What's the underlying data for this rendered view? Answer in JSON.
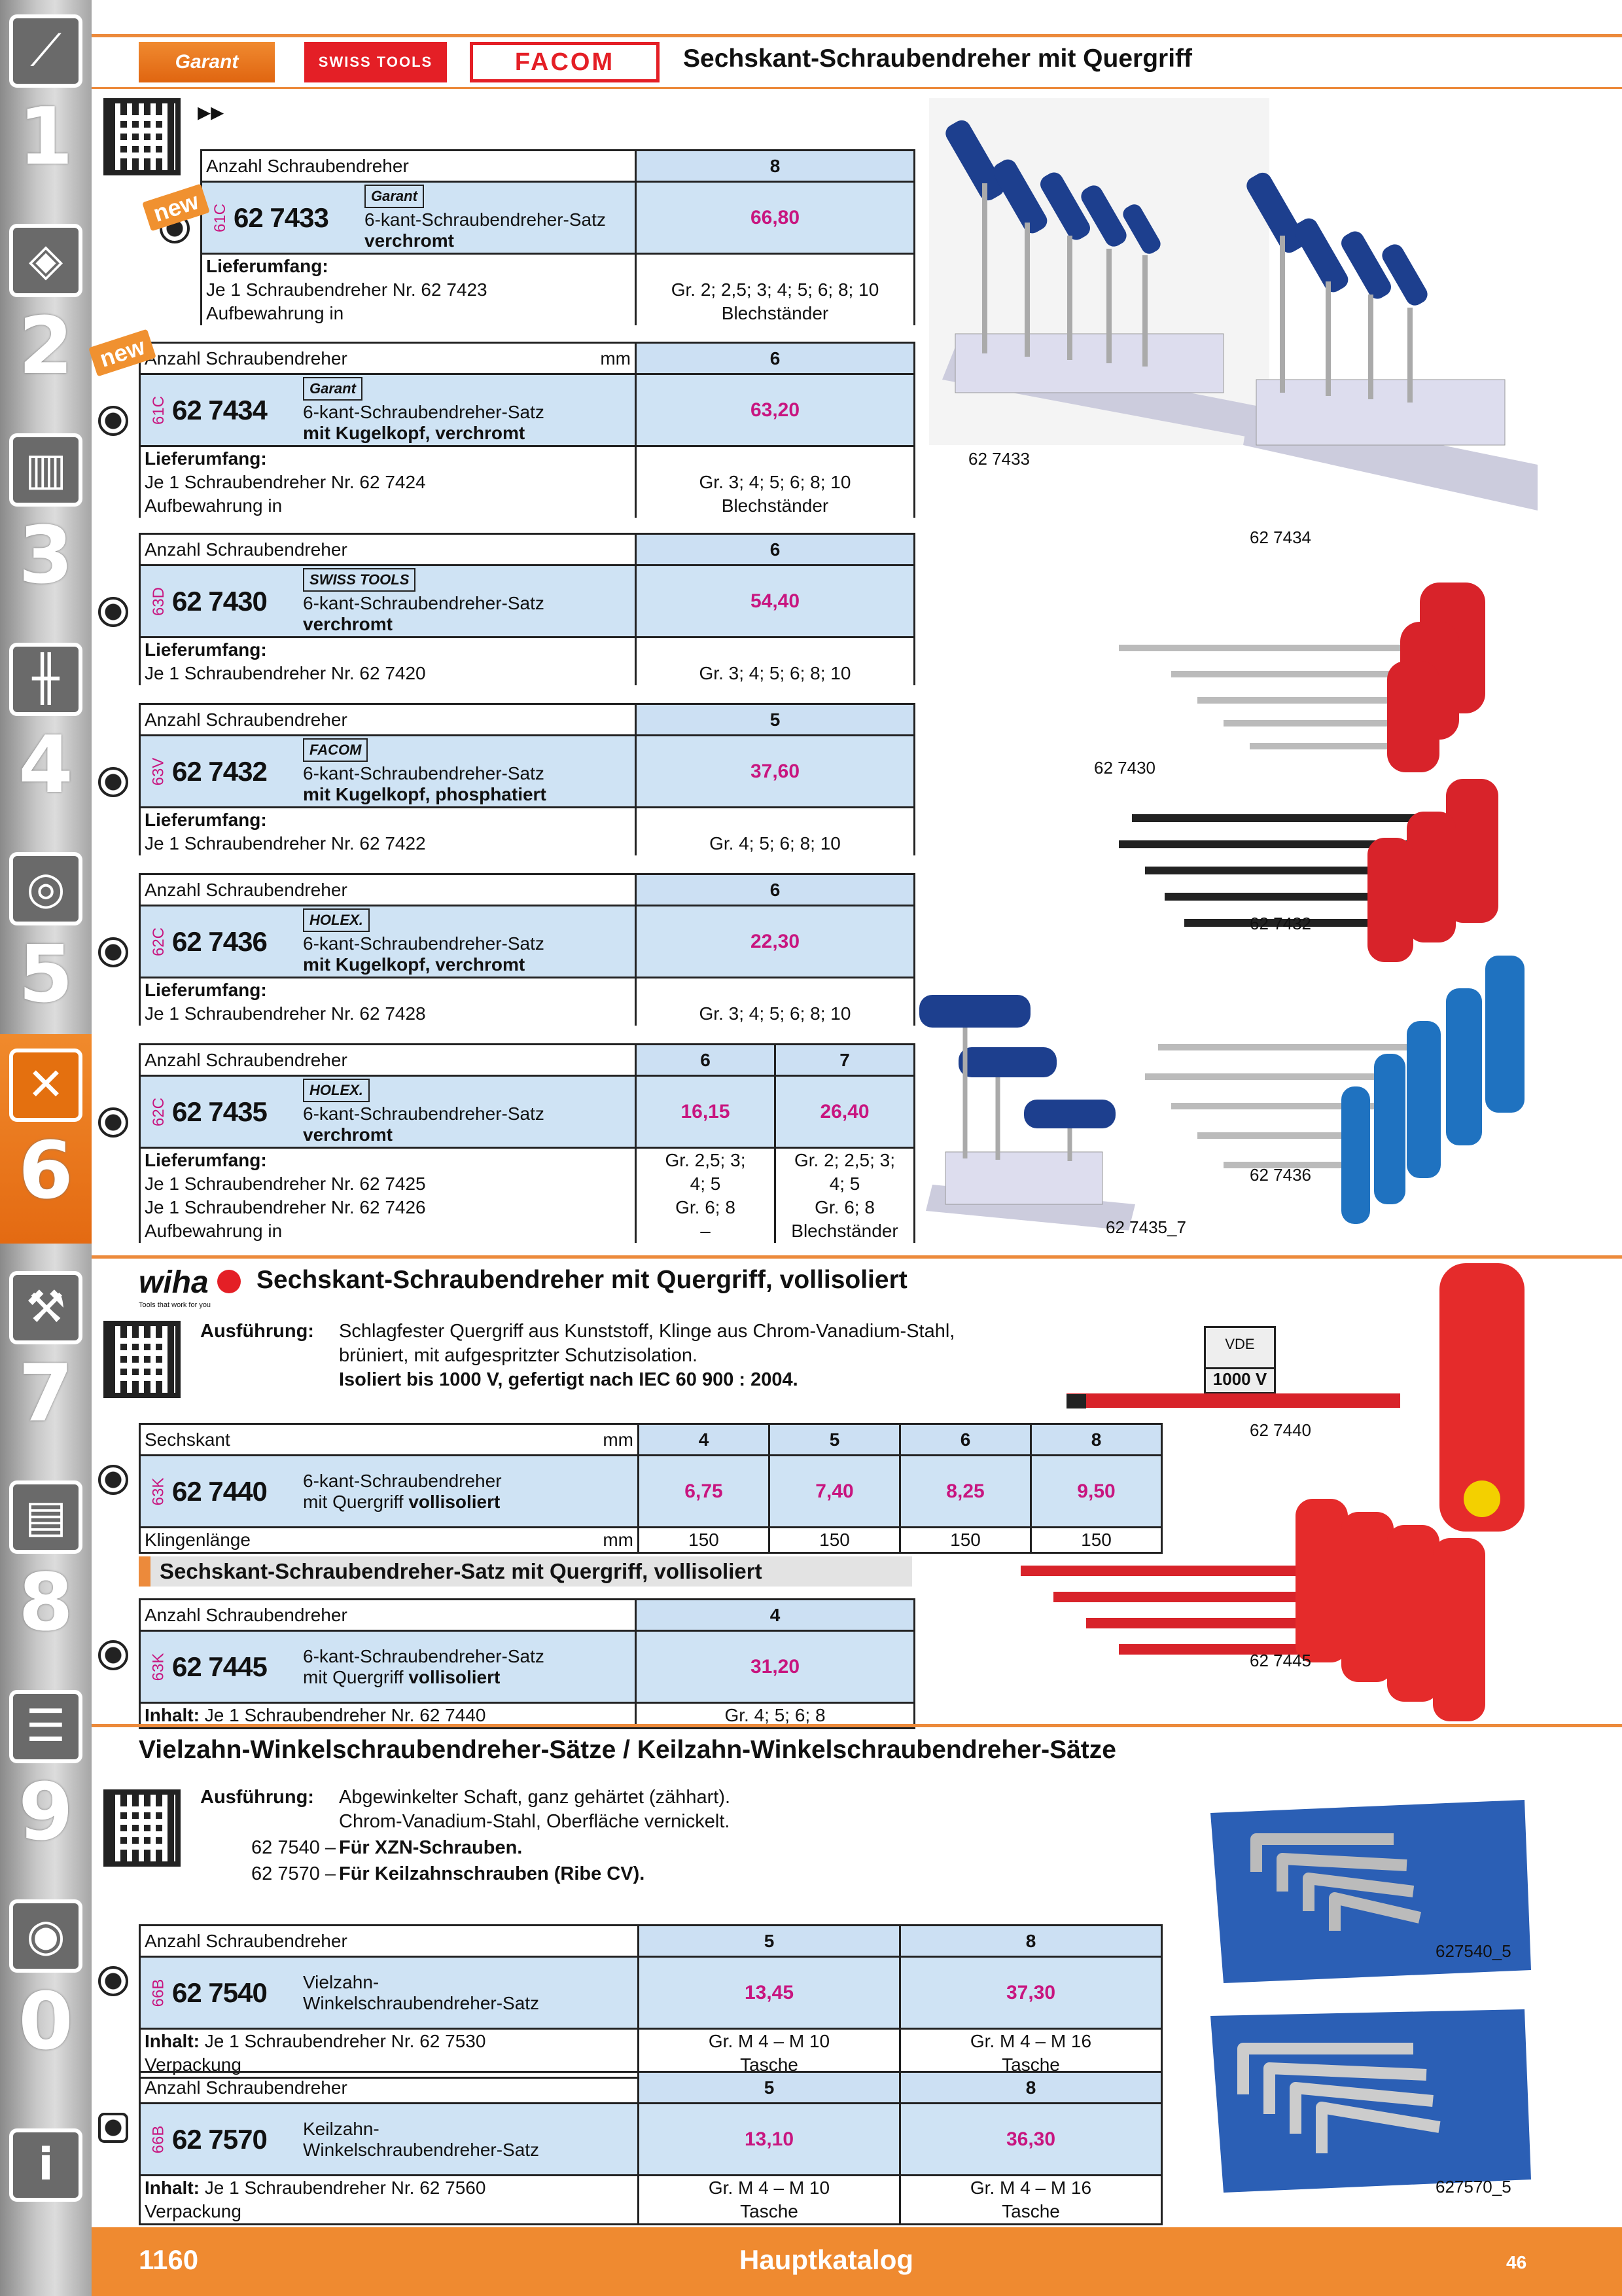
{
  "sidebar": {
    "tabs": [
      {
        "num": "1",
        "icon": "drill-bit-icon"
      },
      {
        "num": "2",
        "icon": "insert-cutter-icon"
      },
      {
        "num": "3",
        "icon": "tool-holder-icon"
      },
      {
        "num": "4",
        "icon": "caliper-icon"
      },
      {
        "num": "5",
        "icon": "grinding-disc-icon"
      },
      {
        "num": "6",
        "icon": "wrench-screwdriver-icon",
        "active": true
      },
      {
        "num": "7",
        "icon": "pliers-icon"
      },
      {
        "num": "8",
        "icon": "toolbox-icon"
      },
      {
        "num": "9",
        "icon": "cabinet-icon"
      },
      {
        "num": "0",
        "icon": "safety-goggles-icon"
      },
      {
        "num": "",
        "icon": "info-icon"
      }
    ]
  },
  "header": {
    "logos": [
      "Garant",
      "SWISS TOOLS",
      "FACOM"
    ],
    "title": "Sechskant-Schraubendreher mit Quergriff",
    "arrow": "▸▸"
  },
  "tables": [
    {
      "id": "t1",
      "new": "new",
      "hdr_label": "Anzahl Schraubendreher",
      "hdr_unit": "",
      "cols": [
        "8"
      ],
      "grp": "61C",
      "art": "62 7433",
      "brand": "Garant",
      "desc1": "6-kant-Schraubendreher-Satz",
      "desc2": "verchromt",
      "prices": [
        "66,80"
      ],
      "info": [
        {
          "l": "Lieferumfang:",
          "v": [
            ""
          ]
        },
        {
          "l": "Je 1 Schraubendreher Nr. 62 7423",
          "v": [
            "Gr. 2; 2,5; 3; 4; 5; 6; 8; 10"
          ]
        },
        {
          "l": "Aufbewahrung in",
          "v": [
            "Blechständer"
          ]
        }
      ]
    },
    {
      "id": "t2",
      "new": "new",
      "hdr_label": "Anzahl Schraubendreher",
      "hdr_unit": "mm",
      "cols": [
        "6"
      ],
      "grp": "61C",
      "art": "62 7434",
      "brand": "Garant",
      "desc1": "6-kant-Schraubendreher-Satz",
      "desc2": "mit Kugelkopf, verchromt",
      "prices": [
        "63,20"
      ],
      "info": [
        {
          "l": "Lieferumfang:",
          "v": [
            ""
          ]
        },
        {
          "l": "Je 1 Schraubendreher Nr. 62 7424",
          "v": [
            "Gr. 3; 4; 5; 6; 8; 10"
          ]
        },
        {
          "l": "Aufbewahrung in",
          "v": [
            "Blechständer"
          ]
        }
      ]
    },
    {
      "id": "t3",
      "hdr_label": "Anzahl Schraubendreher",
      "hdr_unit": "",
      "cols": [
        "6"
      ],
      "grp": "63D",
      "art": "62 7430",
      "brand": "SWISS TOOLS",
      "desc1": "6-kant-Schraubendreher-Satz",
      "desc2": "verchromt",
      "prices": [
        "54,40"
      ],
      "info": [
        {
          "l": "Lieferumfang:",
          "v": [
            ""
          ]
        },
        {
          "l": "Je 1 Schraubendreher Nr. 62 7420",
          "v": [
            "Gr. 3; 4; 5; 6; 8; 10"
          ]
        }
      ]
    },
    {
      "id": "t4",
      "hdr_label": "Anzahl Schraubendreher",
      "hdr_unit": "",
      "cols": [
        "5"
      ],
      "grp": "63V",
      "art": "62 7432",
      "brand": "FACOM",
      "desc1": "6-kant-Schraubendreher-Satz",
      "desc2": "mit Kugelkopf, phosphatiert",
      "prices": [
        "37,60"
      ],
      "info": [
        {
          "l": "Lieferumfang:",
          "v": [
            ""
          ]
        },
        {
          "l": "Je 1 Schraubendreher Nr. 62 7422",
          "v": [
            "Gr. 4; 5; 6; 8; 10"
          ]
        }
      ]
    },
    {
      "id": "t5",
      "hdr_label": "Anzahl Schraubendreher",
      "hdr_unit": "",
      "cols": [
        "6"
      ],
      "grp": "62C",
      "art": "62 7436",
      "brand": "HOLEX.",
      "desc1": "6-kant-Schraubendreher-Satz",
      "desc2": "mit Kugelkopf, verchromt",
      "prices": [
        "22,30"
      ],
      "info": [
        {
          "l": "Lieferumfang:",
          "v": [
            ""
          ]
        },
        {
          "l": "Je 1 Schraubendreher Nr. 62 7428",
          "v": [
            "Gr. 3; 4; 5; 6; 8; 10"
          ]
        }
      ]
    },
    {
      "id": "t6",
      "hdr_label": "Anzahl Schraubendreher",
      "hdr_unit": "",
      "cols": [
        "6",
        "7"
      ],
      "grp": "62C",
      "art": "62 7435",
      "brand": "HOLEX.",
      "desc1": "6-kant-Schraubendreher-Satz",
      "desc2": "verchromt",
      "prices": [
        "16,15",
        "26,40"
      ],
      "info": [
        {
          "l": "Lieferumfang:",
          "v": [
            "Gr. 2,5; 3;",
            "Gr. 2; 2,5; 3;"
          ]
        },
        {
          "l": "Je 1 Schraubendreher Nr. 62 7425",
          "v": [
            "4; 5",
            "4; 5"
          ]
        },
        {
          "l": "Je 1 Schraubendreher Nr. 62 7426",
          "v": [
            "Gr. 6; 8",
            "Gr. 6; 8"
          ]
        },
        {
          "l": "Aufbewahrung in",
          "v": [
            "–",
            "Blechständer"
          ]
        }
      ]
    }
  ],
  "captions": {
    "c1": "62 7433",
    "c2": "62 7434",
    "c3": "62 7430",
    "c4": "62 7432",
    "c5": "62 7436",
    "c6": "62 7435_7",
    "c7": "62 7440",
    "c8": "62 7445",
    "c9": "627540_5",
    "c10": "627570_5"
  },
  "wiha": {
    "logo": "wiha",
    "tag": "Tools that work for you",
    "title": "Sechskant-Schraubendreher mit Quergriff, vollisoliert",
    "label": "Ausführung:",
    "text1": "Schlagfester Quergriff aus Kunststoff, Klinge aus Chrom-Vanadium-Stahl,",
    "text2": "brüniert, mit aufgespritzter Schutzisolation.",
    "text3": "Isoliert bis 1000 V, gefertigt nach IEC 60 900 : 2004.",
    "badge_top": "VDE",
    "badge": "1000 V"
  },
  "t7": {
    "hdr_label": "Sechskant",
    "hdr_unit": "mm",
    "cols": [
      "4",
      "5",
      "6",
      "8"
    ],
    "grp": "63K",
    "art": "62 7440",
    "desc1": "6-kant-Schraubendreher",
    "desc2a": "mit Quergriff ",
    "desc2b": "vollisoliert",
    "prices": [
      "6,75",
      "7,40",
      "8,25",
      "9,50"
    ],
    "row_label": "Klingenlänge",
    "row_unit": "mm",
    "row_vals": [
      "150",
      "150",
      "150",
      "150"
    ]
  },
  "sub8": {
    "title": "Sechskant-Schraubendreher-Satz mit Quergriff, vollisoliert"
  },
  "t8": {
    "hdr_label": "Anzahl Schraubendreher",
    "cols": [
      "4"
    ],
    "grp": "63K",
    "art": "62 7445",
    "desc1": "6-kant-Schraubendreher-Satz",
    "desc2a": "mit Quergriff ",
    "desc2b": "vollisoliert",
    "prices": [
      "31,20"
    ],
    "info_l": "Inhalt:",
    "info_t": " Je 1 Schraubendreher Nr. 62 7440",
    "info_v": "Gr. 4; 5; 6; 8"
  },
  "vz": {
    "title": "Vielzahn-Winkelschraubendreher-Sätze / Keilzahn-Winkelschraubendreher-Sätze",
    "label": "Ausführung:",
    "text1": "Abgewinkelter Schaft, ganz gehärtet (zähhart).",
    "text2": "Chrom-Vanadium-Stahl, Oberfläche vernickelt.",
    "r1n": "62 7540 –",
    "r1t": "Für XZN-Schrauben.",
    "r2n": "62 7570 –",
    "r2t": "Für Keilzahnschrauben (Ribe CV)."
  },
  "t9": {
    "hdr_label": "Anzahl Schraubendreher",
    "cols": [
      "5",
      "8"
    ],
    "grp": "66B",
    "art": "62 7540",
    "desc1": "Vielzahn-",
    "desc2": "Winkelschraubendreher-Satz",
    "prices": [
      "13,45",
      "37,30"
    ],
    "info_l": "Inhalt:",
    "info_t": " Je 1 Schraubendreher Nr. 62 7530",
    "info_v": [
      "Gr. M 4 – M 10",
      "Gr. M 4 – M 16"
    ],
    "pack": "Verpackung",
    "pack_v": [
      "Tasche",
      "Tasche"
    ]
  },
  "t10": {
    "hdr_label": "Anzahl Schraubendreher",
    "cols": [
      "5",
      "8"
    ],
    "grp": "66B",
    "art": "62 7570",
    "desc1": "Keilzahn-",
    "desc2": "Winkelschraubendreher-Satz",
    "prices": [
      "13,10",
      "36,30"
    ],
    "info_l": "Inhalt:",
    "info_t": " Je 1 Schraubendreher Nr. 62 7560",
    "info_v": [
      "Gr. M 4 – M 10",
      "Gr. M 4 – M 16"
    ],
    "pack": "Verpackung",
    "pack_v": [
      "Tasche",
      "Tasche"
    ]
  },
  "footer": {
    "page": "1160",
    "center": "Hauptkatalog",
    "right": "46"
  }
}
